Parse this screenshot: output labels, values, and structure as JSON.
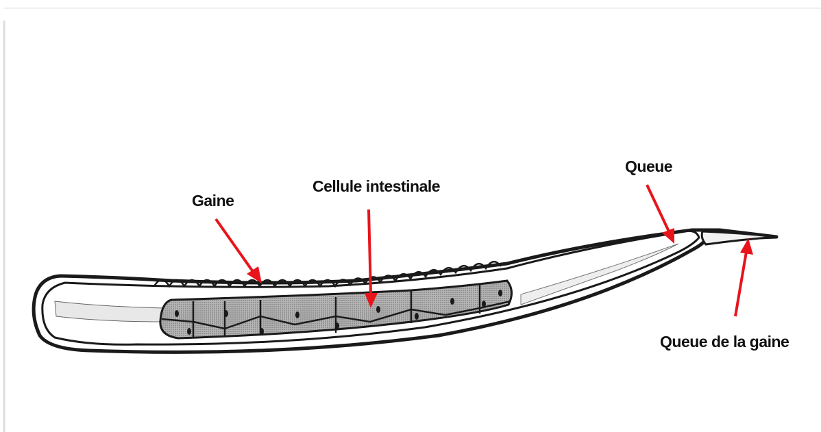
{
  "labels": {
    "gaine": "Gaine",
    "cellule": "Cellule intestinale",
    "queue": "Queue",
    "queue_gaine": "Queue de la gaine"
  },
  "colors": {
    "arrow": "#e8141c",
    "outline": "#1a1a1a",
    "cells_fill": "#a9a9a9",
    "body_fill": "#ffffff",
    "frame_left": "#dcdcdc"
  }
}
